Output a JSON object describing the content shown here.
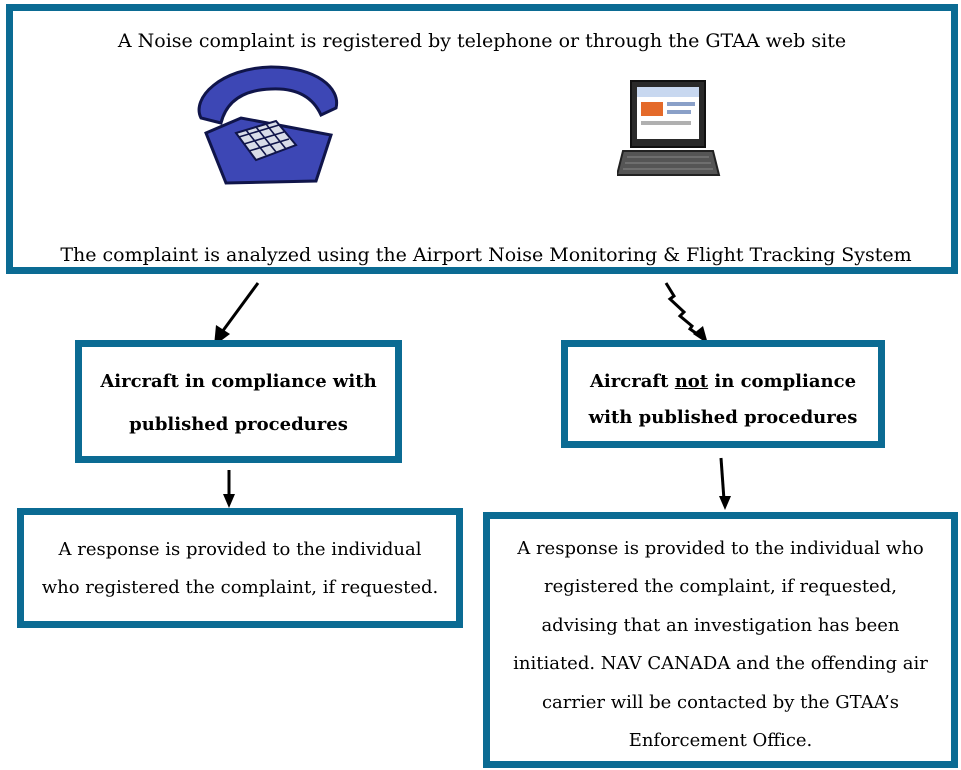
{
  "top_box": {
    "line1": "A Noise complaint is registered by telephone or through the GTAA web site",
    "line2": "The complaint is analyzed using the Airport Noise Monitoring & Flight Tracking System"
  },
  "left_branch": {
    "title_line1": "Aircraft in compliance with",
    "title_line2": "published procedures",
    "response_lines": [
      "A response is provided to the individual",
      "who registered the complaint, if requested."
    ]
  },
  "right_branch": {
    "title_pre": "Aircraft",
    "title_not": "not",
    "title_post": " in compliance",
    "title_line2": "with published procedures",
    "response_lines": [
      "A response is provided to the individual who",
      "registered the complaint, if requested,",
      "advising that an investigation has been",
      "initiated. NAV CANADA and the offending air",
      "carrier will be contacted by the GTAA’s",
      "Enforcement Office."
    ]
  },
  "icons": {
    "telephone": "telephone-icon",
    "laptop": "laptop-icon"
  },
  "colors": {
    "border": "#0b6b93",
    "phone": "#3d47b5"
  }
}
